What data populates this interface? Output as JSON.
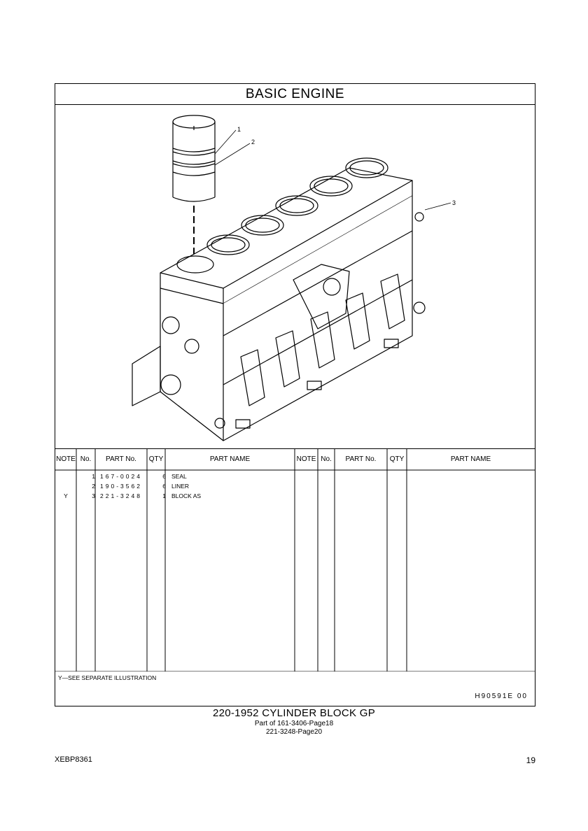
{
  "header": {
    "title": "BASIC  ENGINE"
  },
  "illustration": {
    "callouts": [
      "1",
      "2",
      "3"
    ]
  },
  "table": {
    "columns": [
      "NOTE",
      "No.",
      "PART No.",
      "QTY",
      "PART NAME",
      "NOTE",
      "No.",
      "PART No.",
      "QTY",
      "PART NAME"
    ],
    "rows": [
      {
        "note": "",
        "no": "1",
        "part": "167-0024",
        "qty": "6",
        "name": "SEAL"
      },
      {
        "note": "",
        "no": "2",
        "part": "190-3562",
        "qty": "6",
        "name": "LINER"
      },
      {
        "note": "Y",
        "no": "3",
        "part": "221-3248",
        "qty": "1",
        "name": "BLOCK AS"
      }
    ],
    "footnote": "Y—SEE  SEPARATE  ILLUSTRATION",
    "illustration_code": "H90591E   00"
  },
  "caption": {
    "main": "220-1952  CYLINDER  BLOCK  GP",
    "line2": "Part of 161-3406-Page18",
    "line3": "221-3248-Page20"
  },
  "footer": {
    "doc_id": "XEBP8361",
    "page": "19"
  }
}
